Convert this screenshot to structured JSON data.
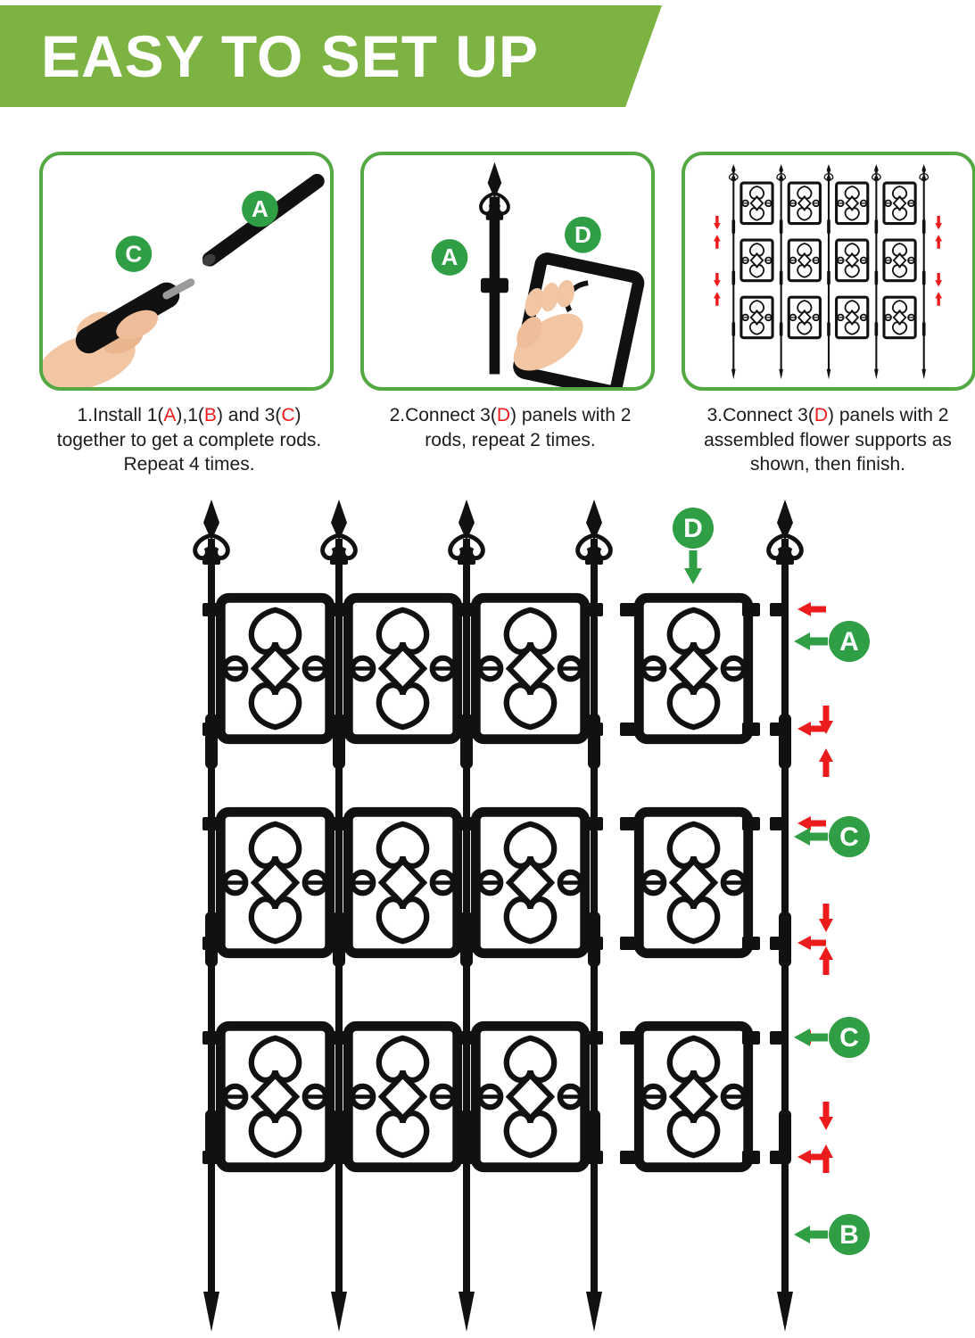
{
  "colors": {
    "banner-green": "#7cb342",
    "border-green": "#54a945",
    "label-green": "#2f9e44",
    "red": "#ed1c1c",
    "ink": "#111111",
    "skin": "#f2c5a3"
  },
  "banner": {
    "title": "EASY TO SET UP"
  },
  "parts": {
    "a": "A",
    "b": "B",
    "c": "C",
    "d": "D"
  },
  "steps": [
    {
      "caption": {
        "s1": "1.Install 1(",
        "s2": "A",
        "s3": "),1(",
        "s4": "B",
        "s5": ") and 3(",
        "s6": "C",
        "s7": ") together to get a complete rods. Repeat 4 times."
      }
    },
    {
      "caption": {
        "s1": "2.Connect 3(",
        "s2": "D",
        "s3": ") panels with 2 rods, repeat 2 times."
      }
    },
    {
      "caption": {
        "s1": "3.Connect 3(",
        "s2": "D",
        "s3": ") panels with 2 assembled flower supports as shown, then finish."
      }
    }
  ]
}
